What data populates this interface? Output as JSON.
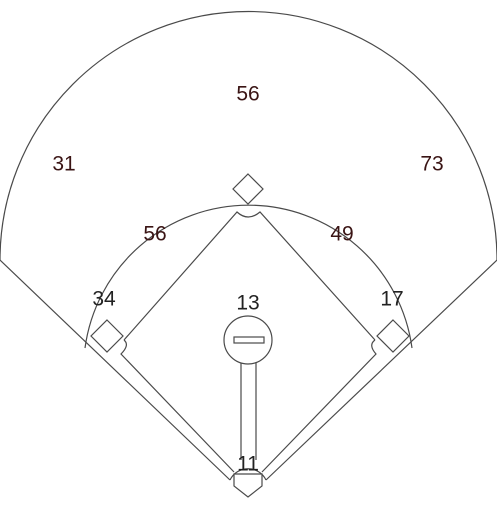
{
  "colors": {
    "field_line": "#4a4a4a",
    "label_dark": "#222222",
    "label_outfield": "#3a1414"
  },
  "positions": {
    "pitcher": "13",
    "catcher": "11",
    "first_base": "17",
    "second_base": "49",
    "third_base": "34",
    "shortstop": "56",
    "left_field": "31",
    "center_field": "56",
    "right_field": "73"
  }
}
